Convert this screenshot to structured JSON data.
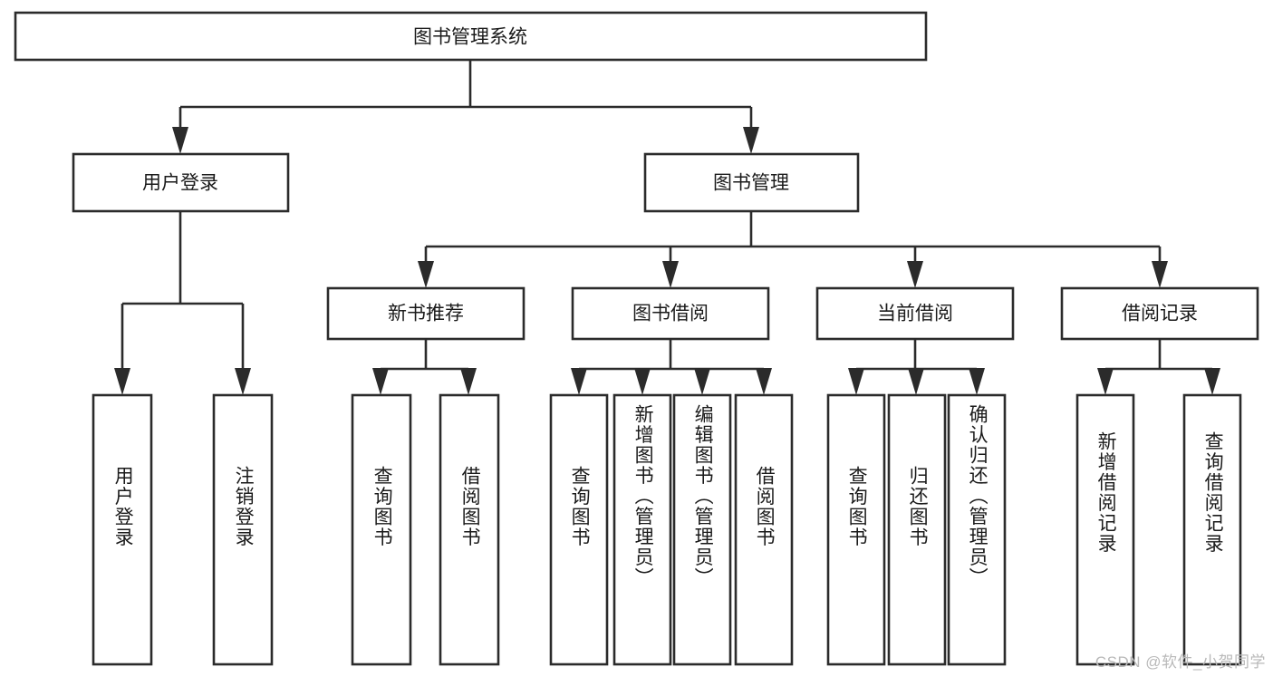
{
  "diagram": {
    "type": "tree-hierarchy",
    "title": "图书管理系统",
    "orientation": "top-down",
    "colors": {
      "box_fill": "#ffffff",
      "box_stroke": "#2b2b2b",
      "text": "#1a1a1a",
      "background": "#ffffff",
      "watermark": "#b9b9b9"
    },
    "levels": {
      "root": {
        "label": "图书管理系统"
      },
      "level2": [
        {
          "label": "用户登录"
        },
        {
          "label": "图书管理"
        }
      ],
      "level3": [
        {
          "label": "新书推荐"
        },
        {
          "label": "图书借阅"
        },
        {
          "label": "当前借阅"
        },
        {
          "label": "借阅记录"
        }
      ],
      "leaves": {
        "user_login": [
          {
            "label": "用户登录"
          },
          {
            "label": "注销登录"
          }
        ],
        "new_book_recommend": [
          {
            "label": "查询图书"
          },
          {
            "label": "借阅图书"
          }
        ],
        "book_borrow": [
          {
            "label": "查询图书"
          },
          {
            "label": "新增图书（管理员）"
          },
          {
            "label": "编辑图书（管理员）"
          },
          {
            "label": "借阅图书"
          }
        ],
        "current_borrow": [
          {
            "label": "查询图书"
          },
          {
            "label": "归还图书"
          },
          {
            "label": "确认归还（管理员）"
          }
        ],
        "borrow_record": [
          {
            "label": "新增借阅记录"
          },
          {
            "label": "查询借阅记录"
          }
        ]
      }
    }
  },
  "watermark": {
    "text": "CSDN @软件_小贺同学"
  }
}
